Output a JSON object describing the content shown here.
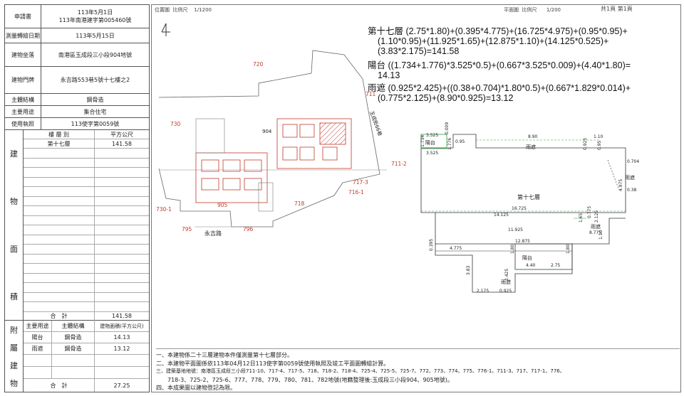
{
  "left": {
    "rows": [
      {
        "key": "申請書",
        "value1": "113年5月1日",
        "value2": "113年南港建字第005460號"
      },
      {
        "key": "測量轉繪日期",
        "value1": "113年5月15日",
        "value2": ""
      },
      {
        "key": "建物坐落",
        "value1": "南港區玉成段三小段904地號",
        "value2": ""
      },
      {
        "key": "建物門牌",
        "value1": "永吉路553巷5號十七樓之2",
        "value2": ""
      },
      {
        "key": "主體結構",
        "value1": "鋼骨造",
        "value2": ""
      },
      {
        "key": "主要用途",
        "value1": "集合住宅",
        "value2": ""
      },
      {
        "key": "使用執照",
        "value1": "113使字第0059號",
        "value2": ""
      }
    ],
    "area_header": {
      "floor": "樓 層 別",
      "sqm": "平方公尺"
    },
    "area_rows": [
      {
        "floor": "第十七層",
        "sqm": "141.58"
      }
    ],
    "area_vertical": [
      "建",
      "物",
      "面",
      "積"
    ],
    "area_total": {
      "label": "合　計",
      "value": "141.58"
    },
    "annex_vertical": [
      "附",
      "屬",
      "建",
      "物"
    ],
    "annex_header": {
      "use": "主要用途",
      "structure": "主體結構",
      "area": "建物面積(平方公尺)"
    },
    "annex_rows": [
      {
        "use": "陽台",
        "structure": "鋼骨造",
        "area": "14.13"
      },
      {
        "use": "雨遮",
        "structure": "鋼骨造",
        "area": "13.12"
      }
    ],
    "annex_total": {
      "label": "合　計",
      "value": "27.25"
    }
  },
  "drawing": {
    "header_left": {
      "label1": "位置圖",
      "label2": "比例尺",
      "scale": "1/1200"
    },
    "header_right": {
      "label1": "平面圖",
      "label2": "比例尺",
      "scale": "1/200",
      "pages": "共1頁 第1頁"
    },
    "north": "N",
    "formulas": [
      {
        "label": "第十七層",
        "text": "(2.75*1.80)+(0.395*4.775)+(16.725*4.975)+(0.95*0.95)+",
        "lines": [
          "(1.10*0.95)+(11.925*1.65)+(12.875*1.10)+(14.125*0.525)+",
          "(3.83*2.175)=141.58"
        ]
      },
      {
        "label": "陽台",
        "text": "((1.734+1.776)*3.525*0.5)+(0.667*3.525*0.009)+(4.40*1.80)=",
        "lines": [
          "14.13"
        ]
      },
      {
        "label": "雨遮",
        "text": "(0.925*2.425)+((0.38+0.704)*1.80*0.5)+(0.667*1.829*0.014)+",
        "lines": [
          "(0.775*2.125)+(8.90*0.925)=13.12"
        ]
      }
    ],
    "site_labels": {
      "lot720": "720",
      "lot711": "711",
      "lot730": "730",
      "lot904": "904",
      "lot711_2": "711-2",
      "lot717_3": "717-3",
      "lot716_1": "716-1",
      "lot718": "718",
      "lot905": "905",
      "lot730_1": "730-1",
      "lot795": "795",
      "lot796": "796",
      "road": "永吉路",
      "road2": "玉成街66巷"
    },
    "plan_labels": {
      "floor17": "第十七層",
      "balcony_top": "陽台",
      "canopy_top": "雨遮",
      "canopy_right": "雨遮",
      "canopy_mid": "雨遮",
      "balcony_bottom": "陽台",
      "canopy_bottom": "雨遮",
      "d_3525a": "3.525",
      "d_3525b": "3.525",
      "d_095": "0.95",
      "d_890": "8.90",
      "d_110": "1.10",
      "d_16725": "16.725",
      "d_14125": "14.125",
      "d_11925": "11.925",
      "d_12875": "12.875",
      "d_4775": "4.775",
      "d_440": "4.40",
      "d_275": "2.75",
      "d_2175": "2.175",
      "d_0925": "0.925",
      "d_1734": "1.734",
      "d_0009": "0.009",
      "d_1776": "1.776",
      "d_0925v": "0.925",
      "d_0704": "0.704",
      "d_038": "0.38",
      "d_8775": "8.775",
      "d_0395": "0.395",
      "d_383": "3.83",
      "d_180": "1.80",
      "d_180b": "1.80",
      "d_2425": "2.425",
      "d_165": "1.65",
      "d_2125": "2.125",
      "d_110v": "1.10",
      "d_0775": "0.775",
      "d_4975": "4.975",
      "d_095v": "0.95"
    },
    "notes": [
      "一、本建物係二十三層建物本件僅測量第十七層部分。",
      "二、本建物平面圖係依113年04月12日113使字第0059號使用執照及竣工平面圖轉繪計算。",
      "三、建築基地地號：南港區玉成段三小段711-10、717-4、717-5、718、718-2、718-4、725-4、725-5、725-7、772、773、774、775、776-1、711-3、717、717-1、776、",
      "　　718-3、725-2、725-6、777、778、779、780、781、782地號(地籍整理後:玉成段三小段904、905地號)。",
      "四、本成果圖以建物登記為限。"
    ]
  },
  "colors": {
    "red": "#c0392b",
    "green": "#2e9e3e",
    "line": "#333333"
  }
}
